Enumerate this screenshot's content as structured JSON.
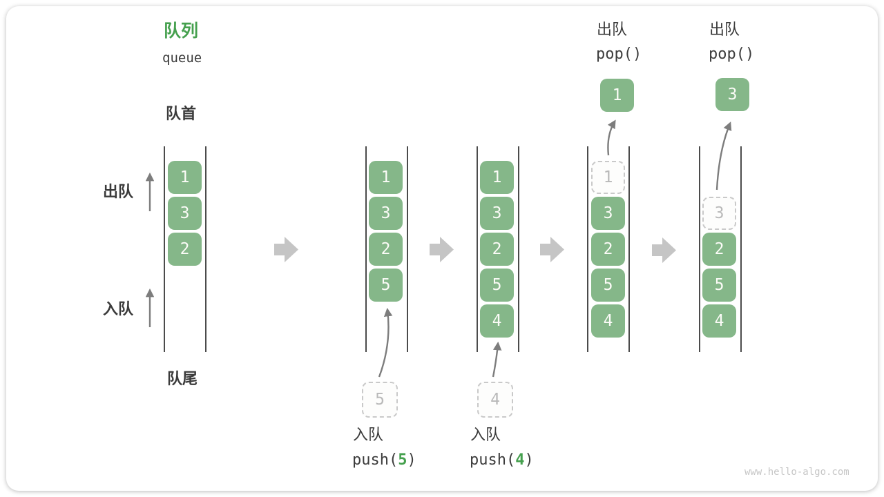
{
  "title": {
    "zh": "队列",
    "en": "queue"
  },
  "labels": {
    "front": "队首",
    "rear": "队尾",
    "dequeue_side": "出队",
    "enqueue_side": "入队"
  },
  "states": [
    {
      "slots": [
        "1",
        "3",
        "2"
      ]
    },
    {
      "slots": [
        "1",
        "3",
        "2",
        "5"
      ],
      "incoming": "5"
    },
    {
      "slots": [
        "1",
        "3",
        "2",
        "5",
        "4"
      ],
      "incoming": "4"
    },
    {
      "dashed": "1",
      "slots": [
        "3",
        "2",
        "5",
        "4"
      ],
      "popped": "1",
      "op": {
        "zh": "出队",
        "code": "pop()"
      }
    },
    {
      "dashed": "3",
      "slots": [
        "2",
        "5",
        "4"
      ],
      "popped": "3",
      "op": {
        "zh": "出队",
        "code": "pop()"
      }
    }
  ],
  "push_ops": [
    {
      "zh": "入队",
      "pre": "push(",
      "arg": "5",
      "post": ")"
    },
    {
      "zh": "入队",
      "pre": "push(",
      "arg": "4",
      "post": ")"
    }
  ],
  "watermark": "www.hello-algo.com",
  "colors": {
    "item_green": "#85b789",
    "accent_green": "#45a04e",
    "dark_text": "#3b3b3b",
    "rail_line": "#4b4b4b",
    "block_arrow": "#c5c5c5",
    "thin_arrow": "#7d7d7d",
    "dashed_border": "#c9c9c9",
    "dashed_text": "#b9b9b9",
    "watermark_gray": "#c6c6c6"
  }
}
